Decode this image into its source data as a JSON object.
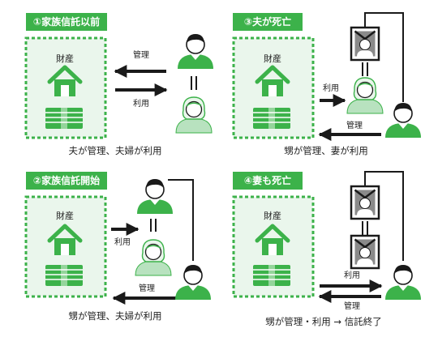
{
  "colors": {
    "green": "#3cb24a",
    "green_light": "#eaf6ec",
    "green_mid": "#b8e2bf",
    "dark": "#1a1a1a",
    "gray": "#8a8a8a",
    "background": "#ffffff"
  },
  "panels": [
    {
      "title": "①家族信託以前",
      "asset_label": "財産",
      "arrow_top_label": "管理",
      "arrow_bottom_label": "利用",
      "caption": "夫が管理、夫婦が利用"
    },
    {
      "title": "②家族信託開始",
      "asset_label": "財産",
      "arrow_top_label": "利用",
      "arrow_bottom_label": "管理",
      "caption": "甥が管理、夫婦が利用"
    },
    {
      "title": "③夫が死亡",
      "asset_label": "財産",
      "arrow_top_label": "利用",
      "arrow_bottom_label": "管理",
      "caption": "甥が管理、妻が利用"
    },
    {
      "title": "④妻も死亡",
      "asset_label": "財産",
      "arrow_top_label": "利用",
      "arrow_bottom_label": "管理",
      "caption": "甥が管理・利用 → 信託終了"
    }
  ],
  "icons": {
    "house": "house-icon",
    "money": "money-stack-icon",
    "husband": "man-icon",
    "wife": "woman-icon",
    "nephew": "young-man-icon",
    "portrait": "memorial-portrait-icon"
  }
}
